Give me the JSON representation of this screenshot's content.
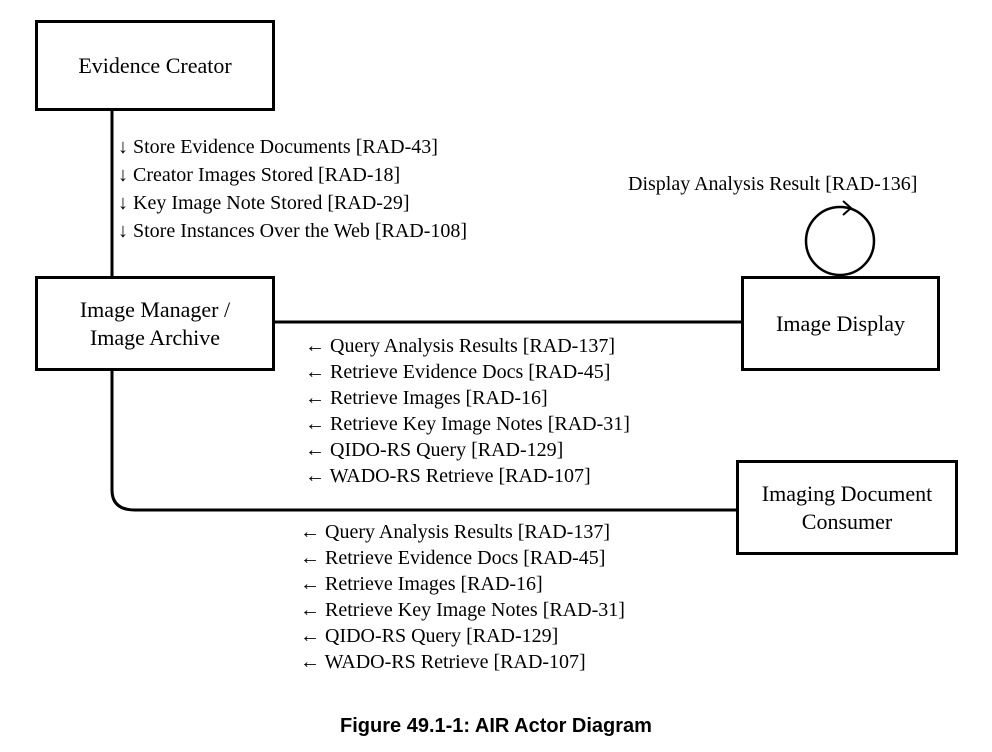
{
  "actors": {
    "evidence_creator": "Evidence Creator",
    "image_manager": [
      "Image Manager /",
      "Image Archive"
    ],
    "image_display": "Image Display",
    "imaging_document_consumer": [
      "Imaging Document",
      "Consumer"
    ]
  },
  "transactions": {
    "creator_to_manager": [
      "↓ Store Evidence Documents [RAD-43]",
      "↓ Creator Images Stored [RAD-18]",
      "↓ Key Image Note Stored [RAD-29]",
      "↓ Store Instances Over the Web [RAD-108]"
    ],
    "display_self": "Display Analysis Result [RAD-136]",
    "display_to_manager": [
      "← Query Analysis Results [RAD-137]",
      "← Retrieve Evidence Docs [RAD-45]",
      "← Retrieve Images [RAD-16]",
      "← Retrieve Key Image Notes [RAD-31]",
      "← QIDO-RS Query [RAD-129]",
      "← WADO-RS Retrieve [RAD-107]"
    ],
    "consumer_to_manager": [
      "← Query Analysis Results [RAD-137]",
      "← Retrieve Evidence Docs [RAD-45]",
      "← Retrieve Images [RAD-16]",
      "← Retrieve Key Image Notes [RAD-31]",
      "← QIDO-RS Query [RAD-129]",
      "← WADO-RS Retrieve [RAD-107]"
    ]
  },
  "caption": "Figure 49.1-1: AIR Actor Diagram"
}
